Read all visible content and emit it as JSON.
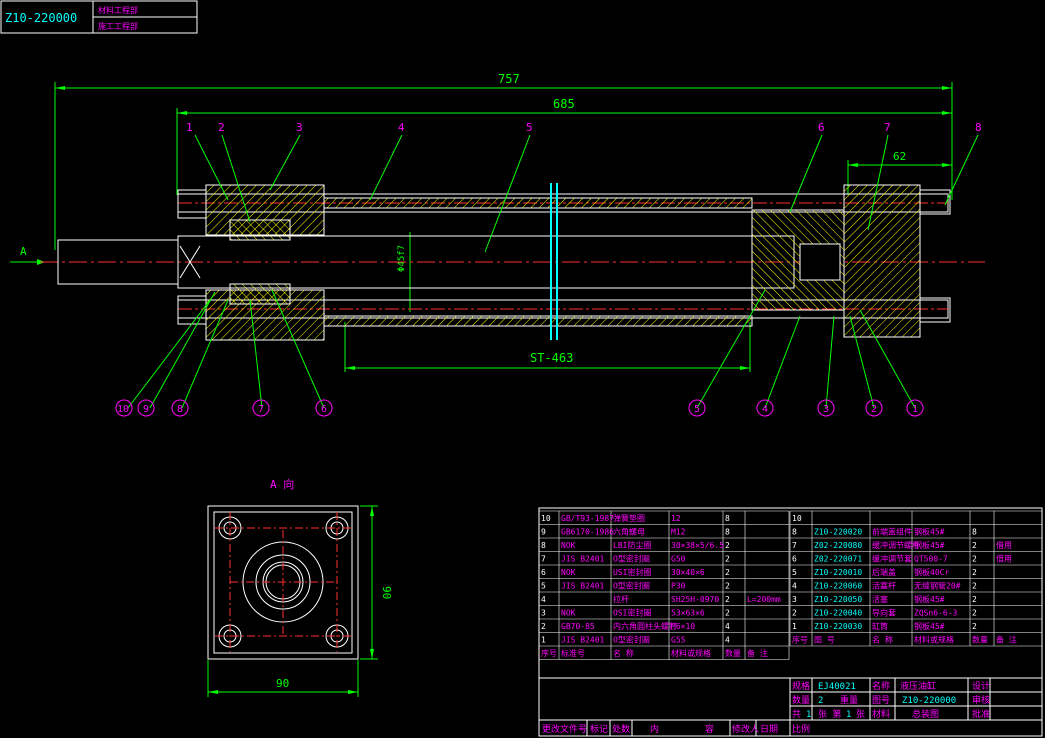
{
  "title_block_top": {
    "drawing_no": "Z10-220000",
    "row1": "材料工程部",
    "row2": "施工工程部"
  },
  "dimensions": {
    "overall": "757",
    "body": "685",
    "end_cap": "62",
    "stroke": "ST-463",
    "rod_dia": "Φ45f7",
    "square": "90",
    "square_h": "90"
  },
  "view_labels": {
    "arrow": "A",
    "view_a": "A 向"
  },
  "balloons": {
    "top": [
      "1",
      "2",
      "3",
      "4",
      "5",
      "6",
      "7",
      "8"
    ],
    "bottom_left": [
      "10",
      "9",
      "8",
      "7",
      "6"
    ],
    "bottom_right": [
      "5",
      "4",
      "3",
      "2",
      "1"
    ]
  },
  "std_parts_table": {
    "header": [
      "序号",
      "标准号",
      "名 称",
      "材料或规格",
      "数量",
      "备 注"
    ],
    "rows": [
      [
        "10",
        "GB/T93-1987",
        "弹簧垫圈",
        "12",
        "8",
        ""
      ],
      [
        "9",
        "GB6170-1986",
        "六角螺母",
        "M12",
        "8",
        ""
      ],
      [
        "8",
        "NOK",
        "LBI防尘圈",
        "30×38×5/6.5",
        "2",
        ""
      ],
      [
        "7",
        "JIS B2401",
        "O型密封圈",
        "G50",
        "2",
        ""
      ],
      [
        "6",
        "NOK",
        "USI密封圈",
        "30×40×6",
        "2",
        ""
      ],
      [
        "5",
        "JIS B2401",
        "O型密封圈",
        "P30",
        "2",
        ""
      ],
      [
        "4",
        "",
        "拉杆",
        "SH25H-0970",
        "2",
        "L=200mm"
      ],
      [
        "3",
        "NOK",
        "OSI密封圈",
        "53×63×6",
        "2",
        ""
      ],
      [
        "2",
        "GB70-85",
        "内六角圆柱头螺钉",
        "M6×10",
        "4",
        ""
      ],
      [
        "1",
        "JIS B2401",
        "O型密封圈",
        "G55",
        "4",
        ""
      ]
    ]
  },
  "parts_table": {
    "header": [
      "序号",
      "图 号",
      "名 称",
      "材料或规格",
      "数量",
      "备 注"
    ],
    "rows": [
      [
        "10",
        "",
        "",
        "",
        "",
        ""
      ],
      [
        "8",
        "Z10-220020",
        "前端盖组件",
        "钢板45#",
        "8",
        ""
      ],
      [
        "7",
        "Z02-220080",
        "缓冲调节螺杆",
        "钢板45#",
        "2",
        "借用"
      ],
      [
        "6",
        "Z02-220071",
        "缓冲调节套",
        "QT500-7",
        "2",
        "借用"
      ],
      [
        "5",
        "Z10-220010",
        "后端盖",
        "钢板40Cr",
        "2",
        ""
      ],
      [
        "4",
        "Z10-220060",
        "活塞杆",
        "无缝钢管20#",
        "2",
        ""
      ],
      [
        "3",
        "Z10-220050",
        "活塞",
        "钢板45#",
        "2",
        ""
      ],
      [
        "2",
        "Z10-220040",
        "导向套",
        "ZQSn6-6-3",
        "2",
        ""
      ],
      [
        "1",
        "Z10-220030",
        "缸筒",
        "钢板45#",
        "2",
        ""
      ]
    ]
  },
  "title_block": {
    "kind_label": "规格",
    "kind_value": "EJ40021",
    "name_label": "名称",
    "name_value": "液压油缸",
    "design_label": "设计",
    "qty_label": "数量",
    "qty_value": "2",
    "weight_label": "重量",
    "drawing_label": "图号",
    "drawing_value": "Z10-220000",
    "check_label": "审核",
    "sheet_total_label": "共",
    "sheet_total": "1",
    "sheet_label": "张 第",
    "sheet_no": "1",
    "sheet_suffix": "张",
    "material_label": "材料",
    "material_value": "总装图",
    "approve_label": "批准",
    "footer": [
      "更改文件号",
      "标记",
      "处数",
      "内",
      "容",
      "修改人",
      "日期",
      "比例"
    ]
  },
  "colors": {
    "outline": "#ffffff",
    "dimension": "#00ff00",
    "leader": "#00ff00",
    "hatch": "#ffff00",
    "center": "#ff3030",
    "balloon": "#ff00ff",
    "part": "#ff00ff",
    "section": "#00ffff"
  }
}
